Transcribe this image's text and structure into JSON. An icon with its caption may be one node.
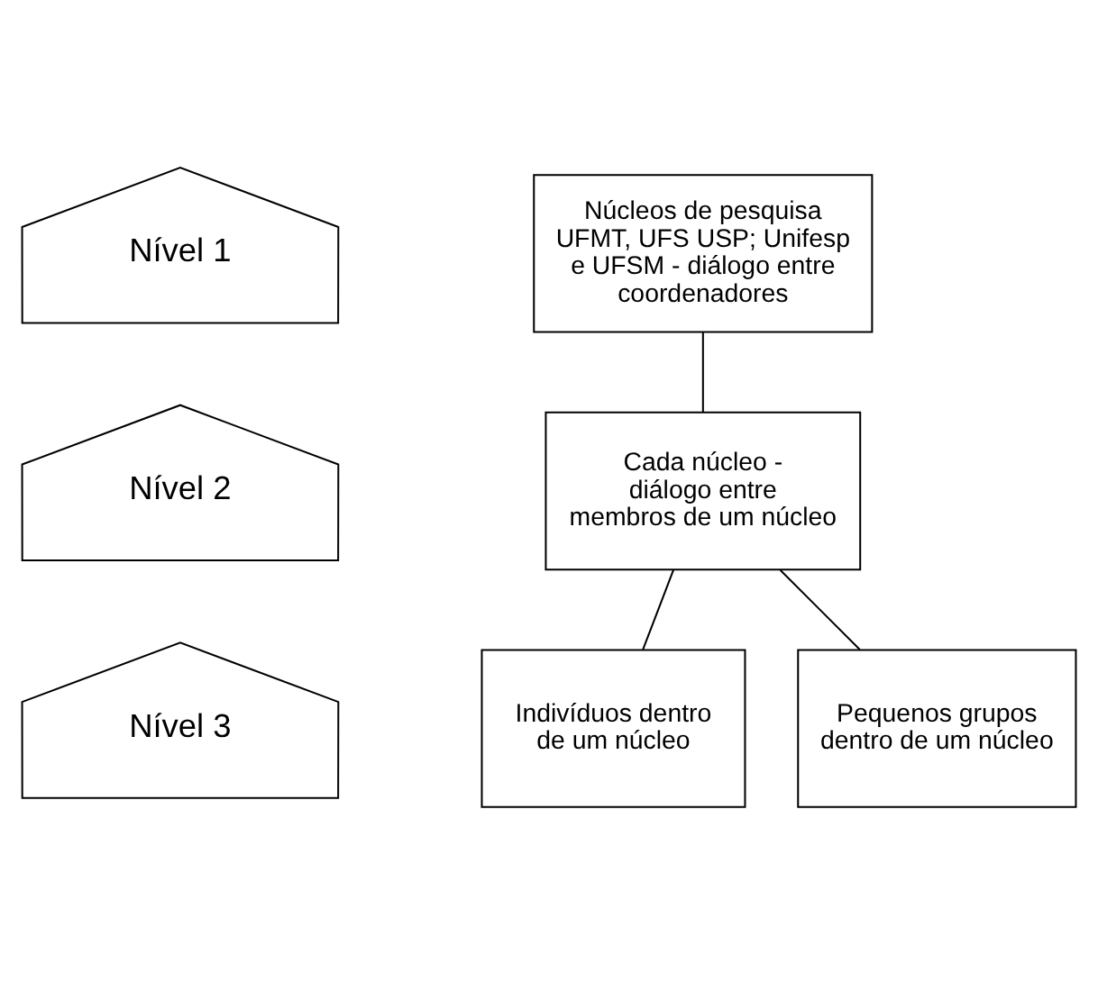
{
  "diagram": {
    "nodes": [
      {
        "text": [
          "Nível 1"
        ]
      },
      {
        "text": [
          "Núcleos de pesquisa UFMT, UFS USP; Unifesp e UFSM - diálogo entre coordenadores"
        ]
      },
      {
        "text": [
          "Nível 2"
        ]
      },
      {
        "text": [
          "Cada núcleo - diálogo entre membros de um núcleo"
        ]
      },
      {
        "text": [
          "Nível 3"
        ]
      },
      {
        "text": [
          "Indivíduos dentro de um núcleo"
        ]
      },
      {
        "text": [
          "Pequenos grupos dentro de um núcleo"
        ]
      }
    ],
    "edges": [
      {
        "from": 1,
        "to": 3,
        "arrow": "none"
      },
      {
        "from": 3,
        "to": 5,
        "arrow": "none"
      },
      {
        "from": 3,
        "to": 6,
        "arrow": "none"
      }
    ]
  }
}
